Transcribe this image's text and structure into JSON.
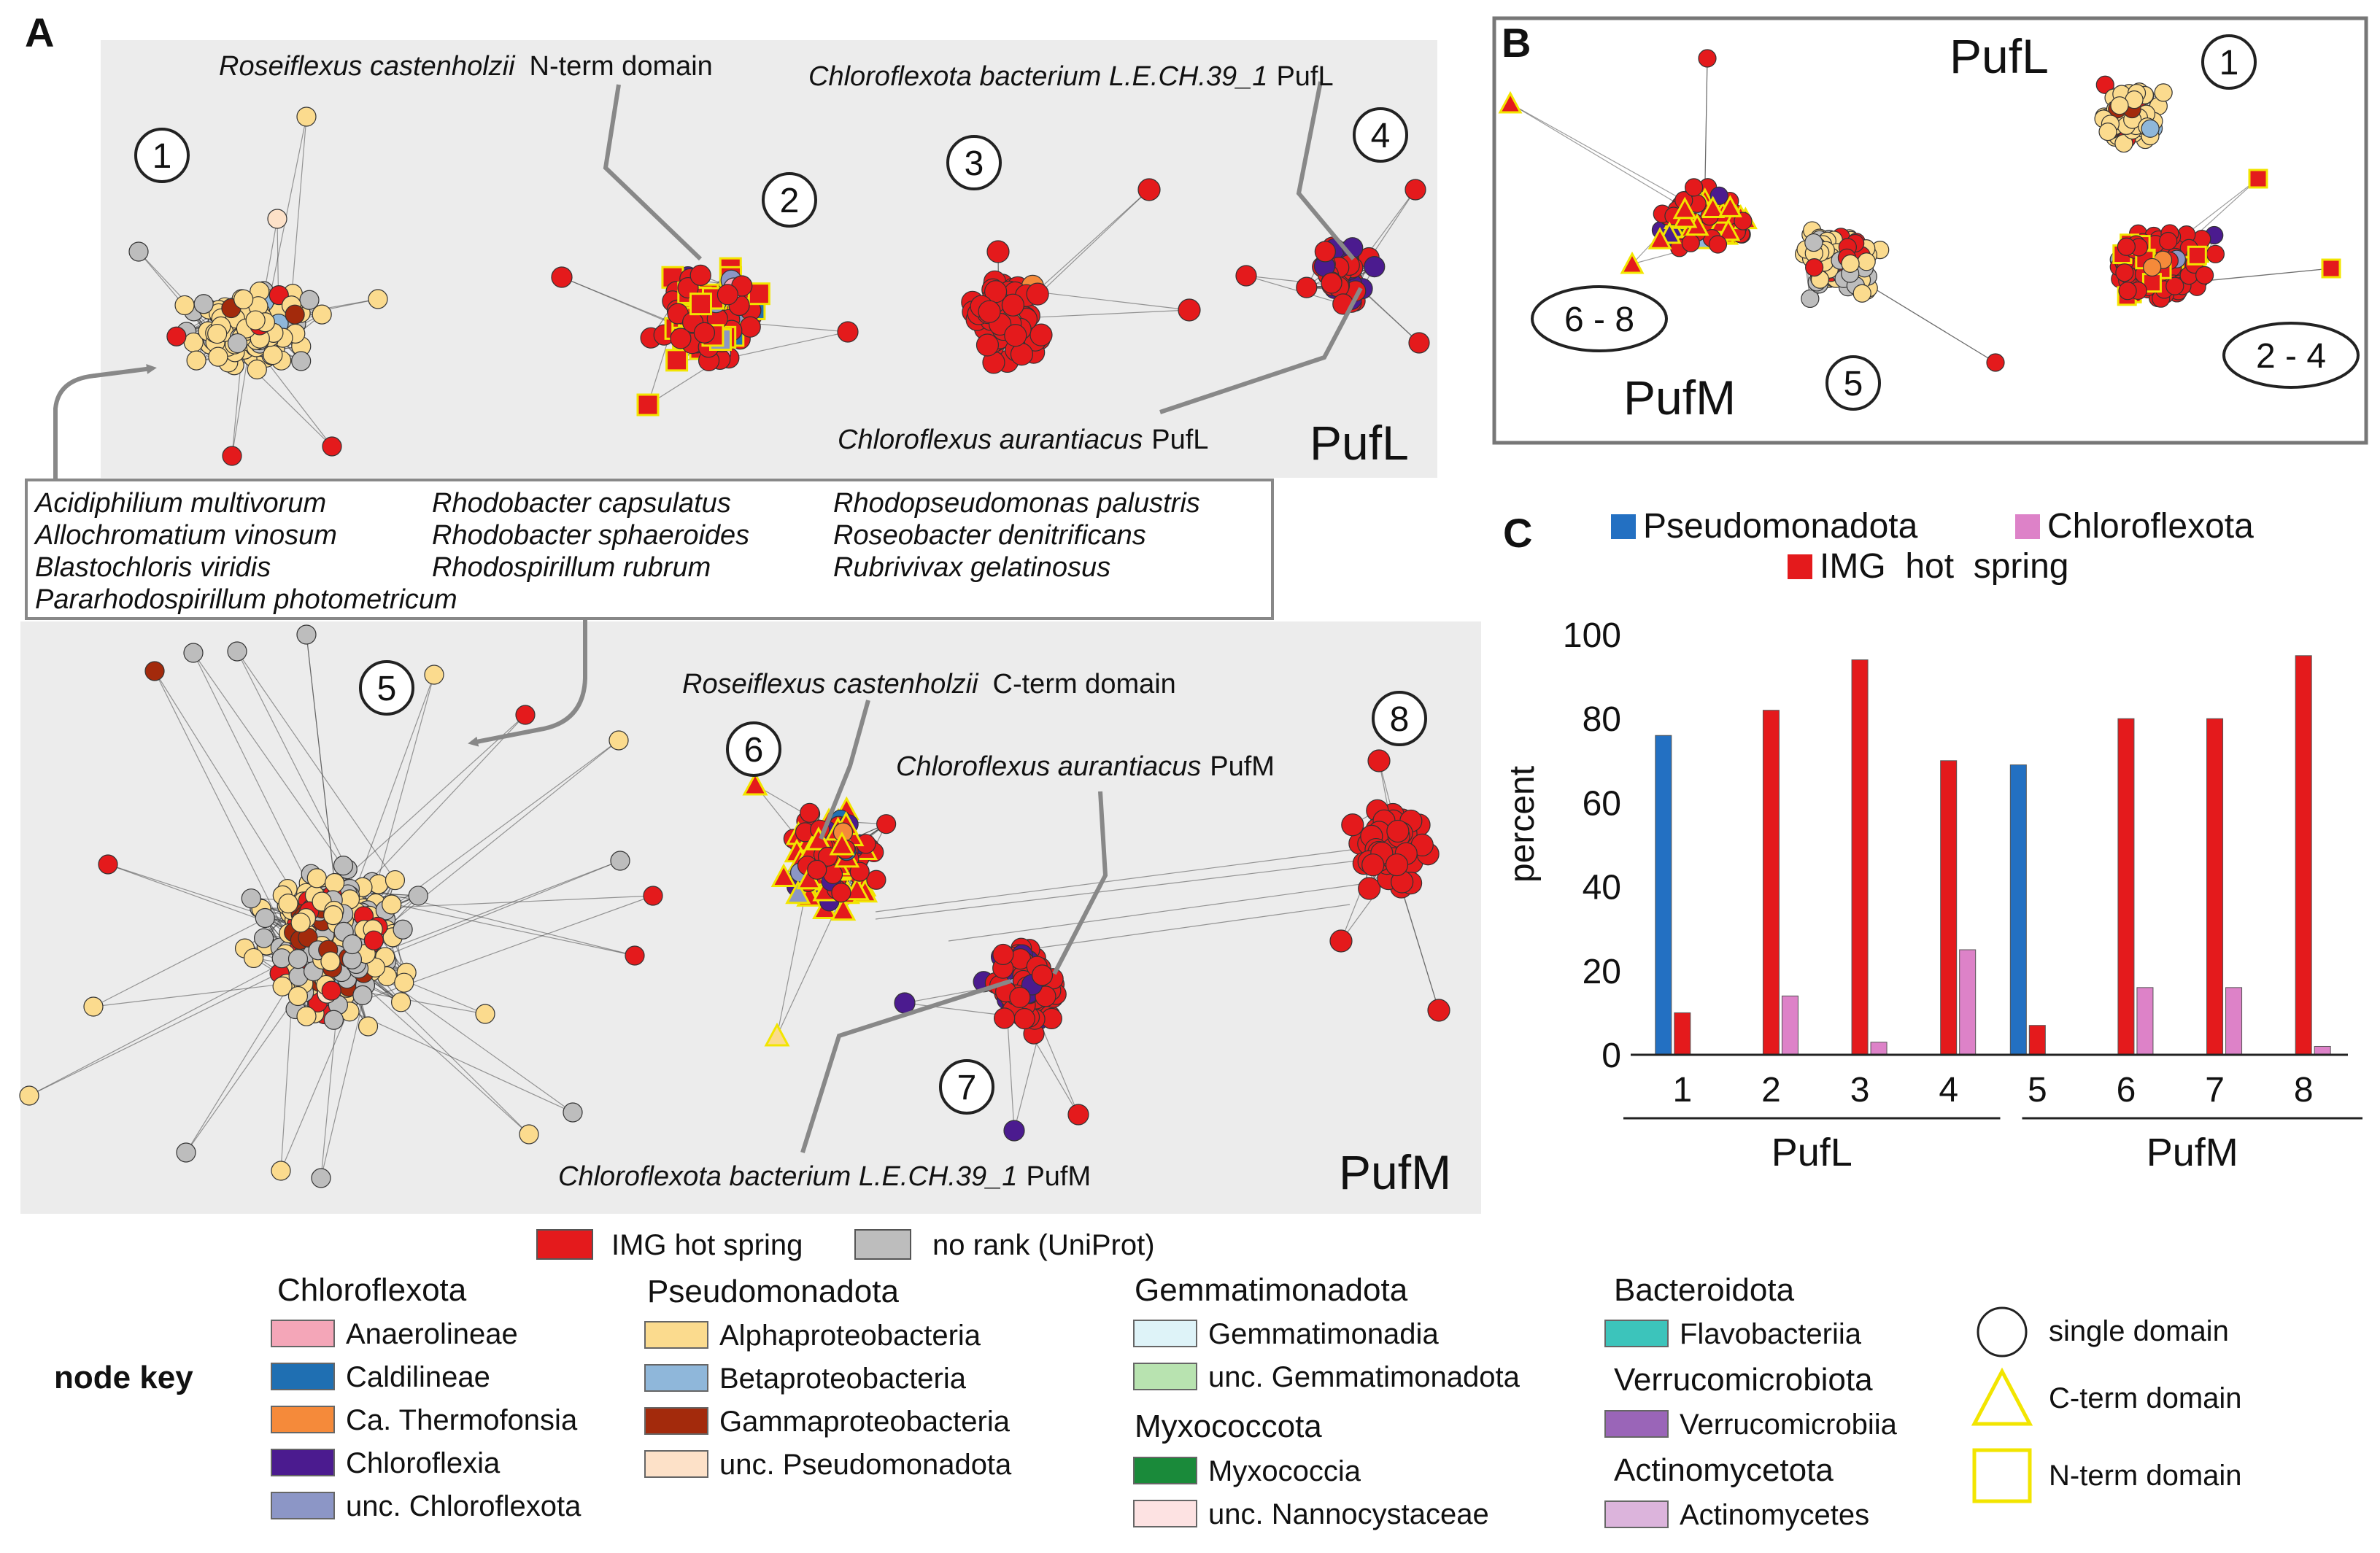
{
  "colors": {
    "img_hot_spring": "#e41a1c",
    "no_rank": "#bdbdbd",
    "anaerolineae": "#f4a6b8",
    "caldilineae": "#1f6fb2",
    "ca_thermofonsia": "#f58a3a",
    "chloroflexia": "#4b1b8f",
    "unc_chloroflexota": "#8c96c6",
    "alphaproteobacteria": "#fbdb8e",
    "betaproteobacteria": "#8fb7da",
    "gammaproteobacteria": "#a32a0c",
    "unc_pseudomonadota": "#fde1c8",
    "gemmatimonadia": "#def3f8",
    "unc_gemmatimonadota": "#b8e3b0",
    "myxococcia": "#1a8a3a",
    "unc_nannocystaceae": "#fde2e2",
    "flavobacteriia": "#3cc4bb",
    "verrucomicrobiia": "#9a65b8",
    "actinomycetes": "#dcb4dc",
    "pseudomonadota_bar": "#2370c2",
    "chloroflexota_bar": "#dd82c8",
    "panel_bg": "#ececec",
    "edge": "#3a3a3a",
    "highlight_outline": "#f2e500"
  },
  "panelA": {
    "letter": "A",
    "cluster_labels": [
      "1",
      "2",
      "3",
      "4",
      "5",
      "6",
      "7",
      "8"
    ],
    "protein_pufl": "PufL",
    "protein_pufm": "PufM",
    "annotations": {
      "rc_nterm_species": "Roseiflexus castenholzii",
      "rc_nterm_suffix": "N-term domain",
      "cb_pufl_species": "Chloroflexota bacterium L.E.CH.39_1",
      "cb_pufl_suffix": "PufL",
      "ca_pufl_species": "Chloroflexus aurantiacus",
      "ca_pufl_suffix": "PufL",
      "rc_cterm_species": "Roseiflexus castenholzii",
      "rc_cterm_suffix": "C-term domain",
      "ca_pufm_species": "Chloroflexus aurantiacus",
      "ca_pufm_suffix": "PufM",
      "cb_pufm_species": "Chloroflexota bacterium L.E.CH.39_1",
      "cb_pufm_suffix": "PufM"
    },
    "species_box": [
      "Acidiphilium multivorum",
      "Allochromatium vinosum",
      "Blastochloris viridis",
      "Pararhodospirillum photometricum",
      "Rhodobacter capsulatus",
      "Rhodobacter sphaeroides",
      "Rhodospirillum rubrum",
      "Rhodopseudomonas palustris",
      "Roseobacter denitrificans",
      "Rubrivivax gelatinosus"
    ]
  },
  "panelB": {
    "letter": "B",
    "pufl": "PufL",
    "pufm": "PufM",
    "label_1": "1",
    "label_5": "5",
    "label_6_8": "6 - 8",
    "label_2_4": "2 - 4"
  },
  "chart_data": {
    "type": "bar",
    "panel_letter": "C",
    "categories": [
      "1",
      "2",
      "3",
      "4",
      "5",
      "6",
      "7",
      "8"
    ],
    "groups": [
      {
        "name": "PufL",
        "categories": [
          "1",
          "2",
          "3",
          "4"
        ]
      },
      {
        "name": "PufM",
        "categories": [
          "5",
          "6",
          "7",
          "8"
        ]
      }
    ],
    "series": [
      {
        "name": "Pseudomonadota",
        "color": "#2370c2",
        "values": [
          76,
          0,
          0,
          0,
          69,
          0,
          0,
          0
        ]
      },
      {
        "name": "IMG  hot  spring",
        "color": "#e41a1c",
        "values": [
          10,
          82,
          94,
          70,
          7,
          80,
          80,
          95
        ]
      },
      {
        "name": "Chloroflexota",
        "color": "#dd82c8",
        "values": [
          0,
          14,
          3,
          25,
          0,
          16,
          16,
          2
        ]
      }
    ],
    "ylabel": "percent",
    "ylim": [
      0,
      100
    ],
    "yticks": [
      "0",
      "20",
      "40",
      "60",
      "80",
      "100"
    ]
  },
  "legend": {
    "title": "node key",
    "top": {
      "img": "IMG hot spring",
      "norank": "no rank (UniProt)"
    },
    "chloroflexota": {
      "header": "Chloroflexota",
      "items": [
        "Anaerolineae",
        "Caldilineae",
        "Ca. Thermofonsia",
        "Chloroflexia",
        "unc. Chloroflexota"
      ]
    },
    "pseudomonadota": {
      "header": "Pseudomonadota",
      "items": [
        "Alphaproteobacteria",
        "Betaproteobacteria",
        "Gammaproteobacteria",
        "unc. Pseudomonadota"
      ]
    },
    "gemmatimonadota": {
      "header": "Gemmatimonadota",
      "items": [
        "Gemmatimonadia",
        "unc. Gemmatimonadota"
      ]
    },
    "myxococcota": {
      "header": "Myxococcota",
      "items": [
        "Myxococcia",
        "unc. Nannocystaceae"
      ]
    },
    "bacteroidota": {
      "header": "Bacteroidota",
      "items": [
        "Flavobacteriia"
      ]
    },
    "verrucomicrobiota": {
      "header": "Verrucomicrobiota",
      "items": [
        "Verrucomicrobiia"
      ]
    },
    "actinomycetota": {
      "header": "Actinomycetota",
      "items": [
        "Actinomycetes"
      ]
    },
    "shapes": [
      "single domain",
      "C-term domain",
      "N-term domain"
    ]
  }
}
